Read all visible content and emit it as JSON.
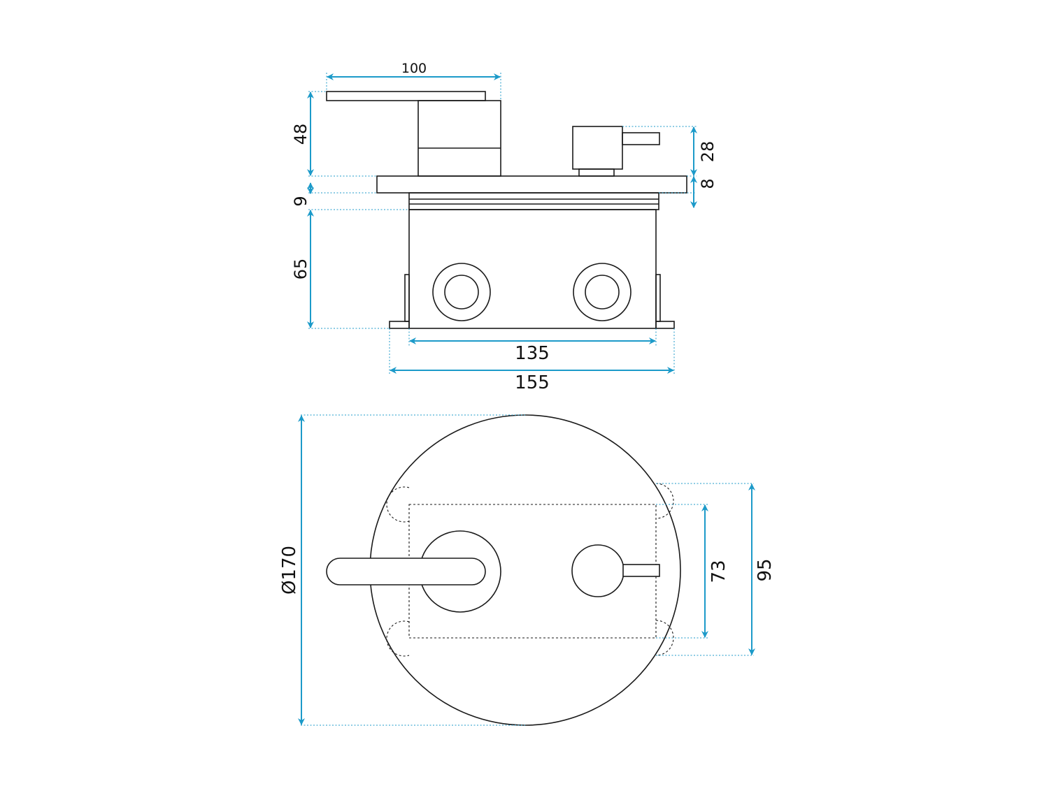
{
  "dimensions": {
    "top_width": "100",
    "handle_height": "48",
    "diverter_height": "28",
    "plate_thickness": "8",
    "gap": "9",
    "box_depth": "65",
    "box_width": "135",
    "flange_width": "155",
    "plate_diameter": "Ø170",
    "box_height_inner": "73",
    "box_height_outer": "95"
  },
  "colors": {
    "dimension": "#1c9ac9",
    "outline": "#1a1a1a"
  }
}
